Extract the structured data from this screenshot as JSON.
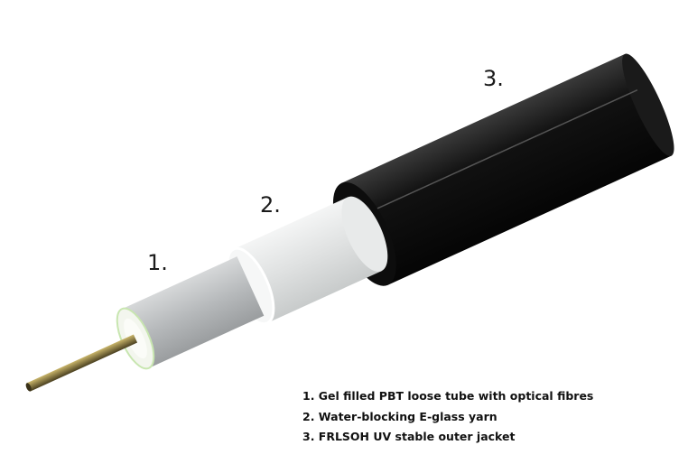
{
  "labels": {
    "one": "1.",
    "two": "2.",
    "three": "3."
  },
  "legend": [
    "1. Gel filled PBT loose tube with optical fibres",
    "2. Water-blocking E-glass yarn",
    "3. FRLSOH UV stable outer jacket"
  ],
  "colors": {
    "jacket": "#141414",
    "yarn": "#e4e6e6",
    "tube": "#b9bcbe",
    "fibre": "#8a7a3a"
  }
}
